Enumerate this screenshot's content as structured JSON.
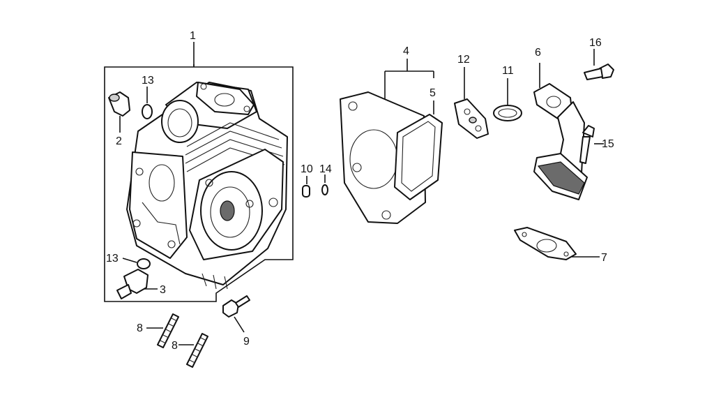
{
  "callouts": {
    "c1": "1",
    "c2": "2",
    "c3": "3",
    "c4": "4",
    "c5": "5",
    "c6": "6",
    "c7": "7",
    "c8a": "8",
    "c8b": "8",
    "c9": "9",
    "c10": "10",
    "c11": "11",
    "c12": "12",
    "c13a": "13",
    "c13b": "13",
    "c14": "14",
    "c15": "15",
    "c16": "16"
  },
  "colors": {
    "line": "#111111",
    "background": "#ffffff",
    "shade": "#cfcfcf"
  }
}
